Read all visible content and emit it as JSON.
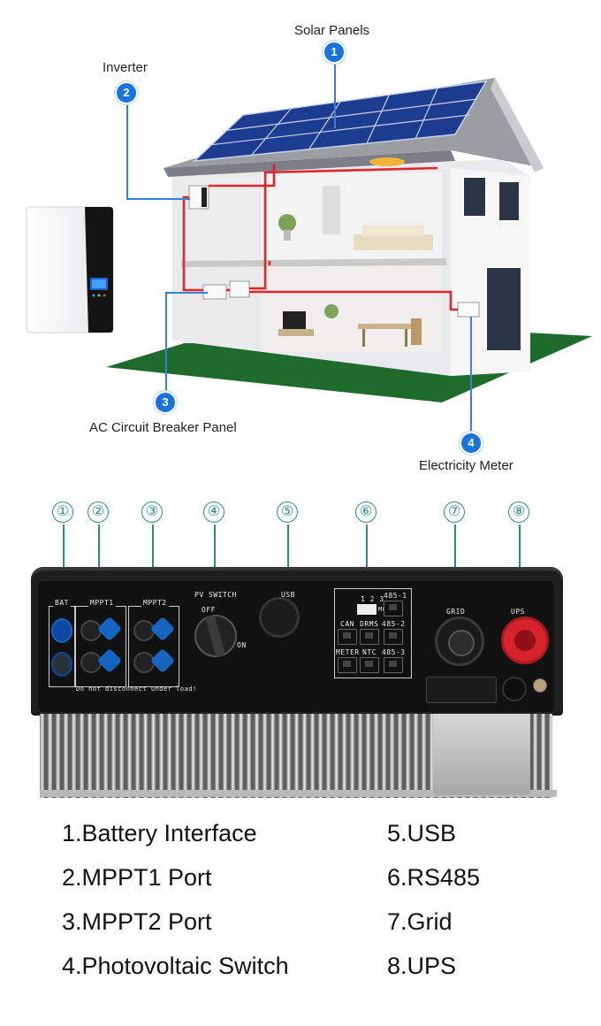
{
  "top_diagram": {
    "callouts": [
      {
        "number": "1",
        "label": "Solar Panels"
      },
      {
        "number": "2",
        "label": "Inverter"
      },
      {
        "number": "3",
        "label": "AC Circuit Breaker Panel"
      },
      {
        "number": "4",
        "label": "Electricity Meter"
      }
    ]
  },
  "inverter_panel": {
    "port_numbers": [
      "①",
      "②",
      "③",
      "④",
      "⑤",
      "⑥",
      "⑦",
      "⑧"
    ],
    "labels": {
      "bat": "BAT",
      "mppt1": "MPPT1",
      "mppt2": "MPPT2",
      "pv_switch": "PV SWITCH",
      "off": "OFF",
      "on": "ON",
      "usb": "USB",
      "digits": "1 2 3",
      "mod": "MOD",
      "can": "CAN",
      "drms": "DRMS",
      "r485_1": "485-1",
      "r485_2": "485-2",
      "r485_3": "485-3",
      "meter": "METER",
      "ntc": "NTC",
      "grid": "GRID",
      "ups": "UPS",
      "warning": "Do not disconnect under load!"
    }
  },
  "legend": {
    "left": [
      "1.Battery Interface",
      "2.MPPT1 Port",
      "3.MPPT2 Port",
      "4.Photovoltaic Switch"
    ],
    "right": [
      "5.USB",
      "6.RS485",
      "7.Grid",
      "8.UPS"
    ]
  },
  "colors": {
    "callout_blue": "#1a73d9",
    "wire_red": "#e0262c",
    "lawn_green": "#1f6b2e",
    "panel_blue": "#1b3c8f",
    "teal_numbers": "#2c8b8b",
    "ups_red": "#d4232a",
    "mc4_blue": "#1565c0"
  }
}
